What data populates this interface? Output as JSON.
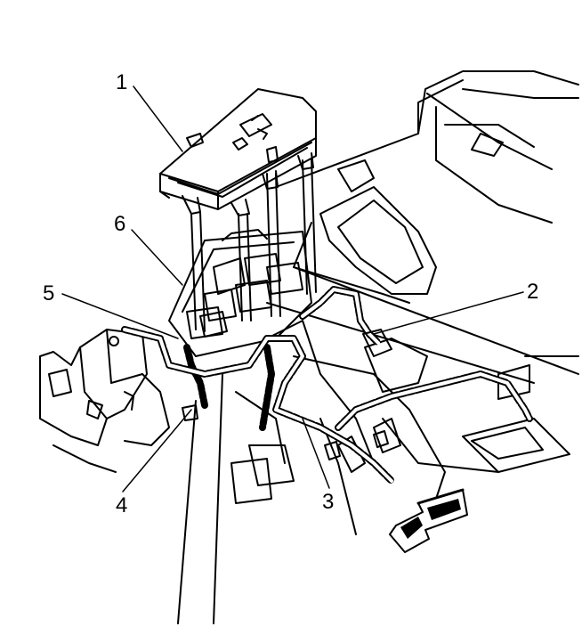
{
  "callouts": {
    "c1": "1",
    "c2": "2",
    "c3": "3",
    "c4": "4",
    "c5": "5",
    "c6": "6"
  },
  "icons": {
    "direction_arrow": "forward-direction-arrow-icon"
  },
  "colors": {
    "line": "#000000",
    "background": "#ffffff"
  }
}
